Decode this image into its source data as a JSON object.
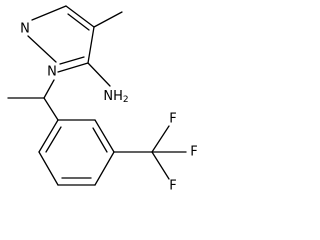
{
  "molecule": {
    "atoms": {
      "N1": "N",
      "N2": "N",
      "amine": "NH",
      "amine_sub": "2",
      "F_top": "F",
      "F_mid": "F",
      "F_bottom": "F"
    },
    "colors": {
      "bond": "#000000",
      "text": "#000000",
      "background": "#ffffff"
    }
  }
}
